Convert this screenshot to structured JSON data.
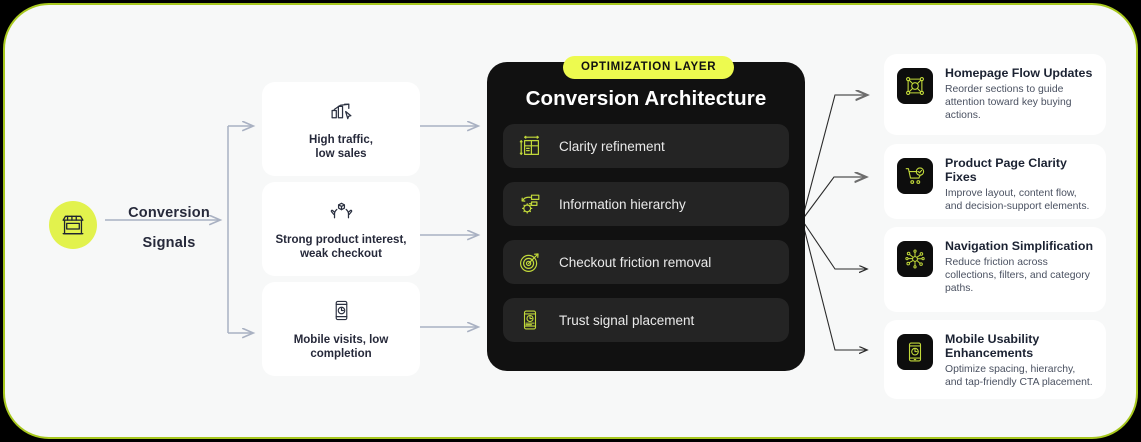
{
  "theme": {
    "accent_lime": "#e2f24d",
    "badge_yellow": "#edfa4f",
    "panel_dark": "#111111",
    "item_dark": "#242424",
    "canvas": "#f7f8f8",
    "frame_border": "#a8c81e",
    "text_dark": "#26293a",
    "text_muted": "#4a5161",
    "icon_lime": "#b9cf2e"
  },
  "source": {
    "icon": "storefront-icon",
    "label_line1": "Conversion",
    "label_line2": "Signals"
  },
  "signals": [
    {
      "icon": "bar-chart-cursor-icon",
      "label": "High traffic,\nlow sales"
    },
    {
      "icon": "hands-package-icon",
      "label": "Strong product interest,\nweak checkout"
    },
    {
      "icon": "mobile-clock-icon",
      "label": "Mobile visits, low\ncompletion"
    }
  ],
  "center": {
    "badge": "OPTIMIZATION LAYER",
    "title": "Conversion Architecture",
    "items": [
      {
        "icon": "floorplan-measure-icon",
        "label": "Clarity refinement"
      },
      {
        "icon": "gear-flowchart-icon",
        "label": "Information hierarchy"
      },
      {
        "icon": "target-arrow-icon",
        "label": "Checkout friction removal"
      },
      {
        "icon": "mobile-clock-icon",
        "label": "Trust signal placement"
      }
    ]
  },
  "outcomes": [
    {
      "icon": "node-network-icon",
      "title": "Homepage Flow Updates",
      "desc": "Reorder sections to guide attention toward key buying actions."
    },
    {
      "icon": "cart-check-icon",
      "title": "Product Page Clarity Fixes",
      "desc": "Improve layout, content flow, and decision-support elements."
    },
    {
      "icon": "network-cluster-icon",
      "title": "Navigation Simplification",
      "desc": "Reduce friction across collections, filters, and category paths."
    },
    {
      "icon": "mobile-clock-icon",
      "title": "Mobile Usability Enhancements",
      "desc": "Optimize spacing, hierarchy, and tap-friendly CTA placement."
    }
  ]
}
